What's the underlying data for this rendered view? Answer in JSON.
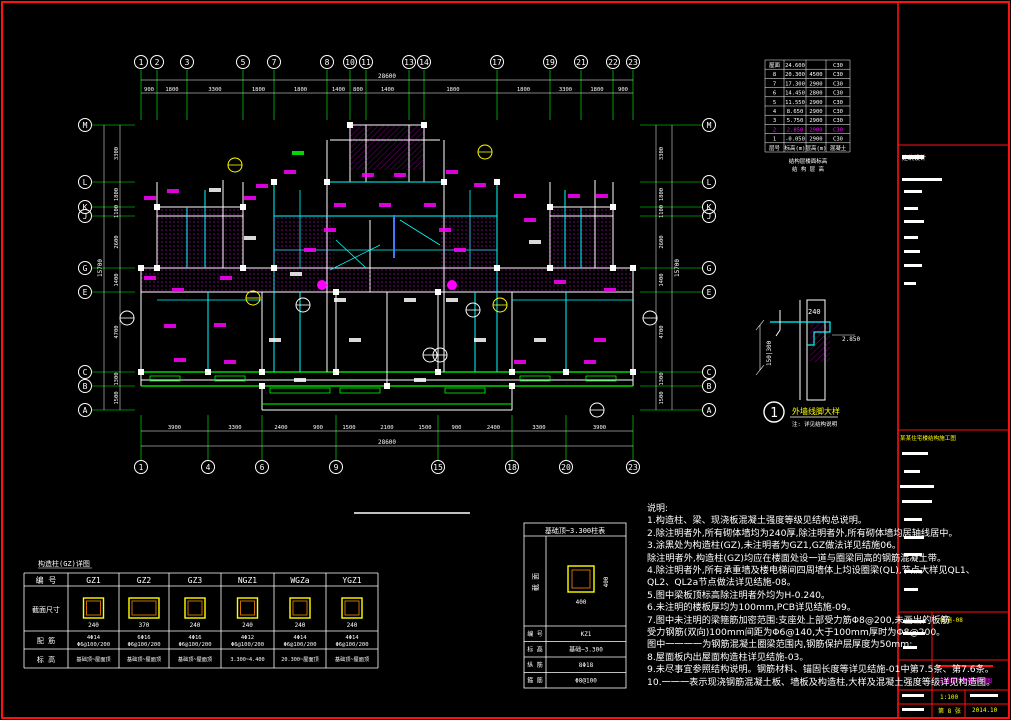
{
  "axes_top": [
    "1",
    "2",
    "3",
    "5",
    "7",
    "8",
    "10",
    "11",
    "13",
    "14",
    "17",
    "19",
    "21",
    "22",
    "23"
  ],
  "axes_bottom": [
    "1",
    "4",
    "6",
    "9",
    "15",
    "18",
    "20",
    "23"
  ],
  "axes_left": [
    "M",
    "L",
    "K",
    "J",
    "G",
    "E",
    "C",
    "B",
    "A"
  ],
  "axes_right": [
    "M",
    "L",
    "K",
    "J",
    "G",
    "E",
    "C",
    "B",
    "A"
  ],
  "dims_top": [
    "900",
    "1800",
    "3300",
    "1800",
    "1800",
    "1400",
    "800",
    "1400",
    "1800",
    "1800",
    "3300",
    "1800",
    "900"
  ],
  "dim_top_total": "28600",
  "dims_bottom": [
    "3900",
    "3300",
    "2400",
    "900",
    "1500",
    "2100",
    "1500",
    "900",
    "2400",
    "3300",
    "3900"
  ],
  "dim_bottom_total": "28600",
  "dims_left": [
    "3300",
    "1800",
    "1100",
    "2600",
    "1400",
    "4700",
    "1300",
    "1500"
  ],
  "dim_left_total": "15700",
  "floor_table": {
    "rows": [
      [
        "屋面",
        "24.600",
        "",
        "C30"
      ],
      [
        "8",
        "20.300",
        "4500",
        "C30"
      ],
      [
        "7",
        "17.300",
        "2900",
        "C30"
      ],
      [
        "6",
        "14.450",
        "2800",
        "C30"
      ],
      [
        "5",
        "11.550",
        "2900",
        "C30"
      ],
      [
        "4",
        "8.650",
        "2900",
        "C30"
      ],
      [
        "3",
        "5.750",
        "2900",
        "C30"
      ],
      [
        "2",
        "2.850",
        "2900",
        "C30"
      ],
      [
        "1",
        "-0.050",
        "2900",
        "C30"
      ],
      [
        "层号",
        "标高(m)",
        "层高(m)",
        "混凝土"
      ]
    ],
    "caption_1": "结构层楼面标高",
    "caption_2": "结 构 层 高"
  },
  "detail": {
    "num": "1",
    "title": "外墙线脚大样",
    "subtitle": "注: 详见结构说明",
    "d1": "240",
    "d2": "2.850",
    "d3": "150|300"
  },
  "gz_table": {
    "title": "构造柱(GZ)详图",
    "headers": [
      "编 号",
      "GZ1",
      "GZ2",
      "GZ3",
      "NGZ1",
      "WGZa",
      "YGZ1"
    ],
    "row_section": "截面尺寸",
    "sizes": [
      "240",
      "370",
      "240",
      "240",
      "240",
      "240"
    ],
    "row_rebar": "配 筋",
    "rebar": [
      "4Φ14\nΦ6@100/200",
      "6Φ16\nΦ6@100/200",
      "4Φ16\nΦ6@100/200",
      "4Φ12\nΦ6@100/200",
      "4Φ14\nΦ6@100/200",
      "4Φ14\nΦ6@100/200"
    ],
    "row_level": "标 高",
    "levels": [
      "基础顶~屋面顶",
      "基础顶~屋面顶",
      "基础顶~屋面顶",
      "3.300~4.400",
      "20.300~屋面顶",
      "基础顶~屋面顶"
    ]
  },
  "kz_table": {
    "title": "基础顶~3.300柱表",
    "label": "截 面",
    "size": "400",
    "rows": [
      [
        "编 号",
        "KZ1"
      ],
      [
        "标 高",
        "基础~3.300"
      ],
      [
        "纵 筋",
        "8Φ18"
      ],
      [
        "箍 筋",
        "Φ8@100"
      ]
    ]
  },
  "notes": {
    "title": "说明:",
    "items": [
      "1.构造柱、梁、现浇板混凝土强度等级见结构总说明。",
      "2.除注明者外,所有砌体墙均为240厚,除注明者外,所有砌体墙均居轴线居中。",
      "3.涂黑处为构造柱(GZ),未注明者为GZ1,GZ做法详见结施06。",
      "  除注明者外,构造柱(GZ)均应在楼面处设一道与圈梁同高的钢筋混凝土带。",
      "4.除注明者外,所有承重墙及楼电梯间四周墙体上均设圈梁(QL),节点大样见QL1、",
      "  QL2、QL2a节点做法详见结施-08。",
      "5.图中梁板顶标高除注明者外均为H-0.240。",
      "6.未注明的楼板厚均为100mm,PCB详见结施-09。",
      "7.图中未注明的梁箍筋加密范围:支座处上部受力筋Φ8@200,未画出的板筋",
      "  受力钢筋(双向)100mm间距为Φ6@140,大于100mm厚时为Φ8@200。",
      "  图中一一一一为钢筋混凝土圈梁范围内,钢筋保护层厚度为50mm;",
      "8.屋面板内出屋面构造柱详见结施-03。",
      "9.未尽事宜参照结构说明。钢筋材料、锚固长度等详见结施-01中第7.5条、第7.6条。",
      "10.一一一表示现浇钢筋混凝土板、墙板及构造柱,大样及混凝土强度等级详见构造图。"
    ]
  },
  "title_block": {
    "company": "建筑设计",
    "project_name": "某某住宅楼结构施工图",
    "drawing_title": "二层结构平面布置图",
    "drawing_no": "结施-08",
    "date": "2014.10",
    "scale": "1:100",
    "sheet": "第 8 张"
  },
  "colors": {
    "frame": "#ff1010",
    "axis": "#00ff00",
    "wall": "#ffffff",
    "beam": "#00ffff",
    "label": "#ff00ff",
    "bubble": "#ffff00",
    "dims": "#ffffff"
  }
}
